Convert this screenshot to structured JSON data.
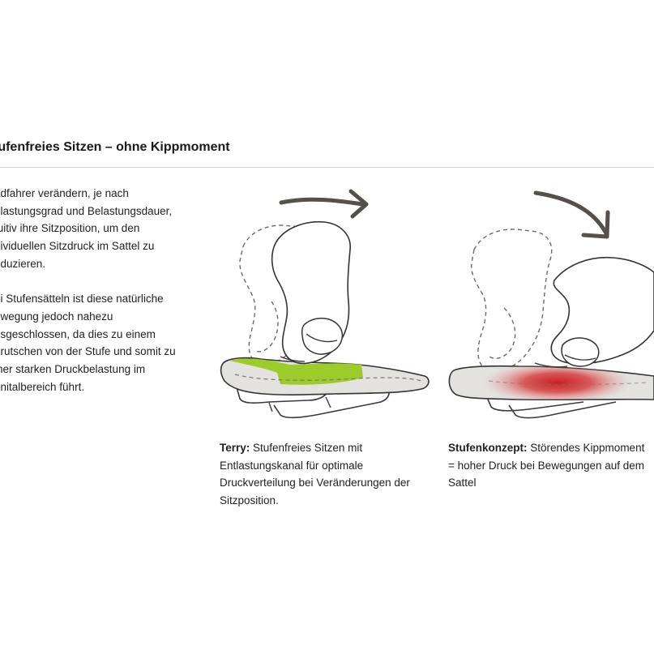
{
  "section": {
    "heading": "tufenfreies Sitzen – ohne Kippmoment"
  },
  "intro": {
    "paragraph1": [
      "adfahrer verändern, je nach",
      "elastungsgrad und Belastungsdauer,",
      "tuitiv ihre Sitzposition, um den",
      "dividuellen Sitzdruck im Sattel zu",
      "eduzieren."
    ],
    "paragraph2": [
      "ei Stufensätteln ist diese natürliche",
      "ewegung jedoch nahezu",
      "usgeschlossen, da dies zu einem",
      "brutschen von der Stufe und somit zu",
      "iner starken Druckbelastung im",
      "enitalbereich führt."
    ]
  },
  "captions": {
    "left": {
      "bold": "Terry:",
      "lines": [
        " Stufenfreies Sitzen mit",
        "Entlastungskanal für optimale",
        "Druckverteilung bei Veränderungen der",
        "Sitzposition."
      ]
    },
    "right": {
      "bold": "Stufenkonzept:",
      "lines": [
        " Störendes Kippmoment",
        "= hoher Druck bei Bewegungen auf dem",
        "Sattel"
      ]
    }
  },
  "colors": {
    "relief_channel": "#9ccc2a",
    "pressure_zone": "#d42a2a",
    "saddle_fill": "#e3e2df",
    "outline": "#333333",
    "arrow": "#555049"
  }
}
